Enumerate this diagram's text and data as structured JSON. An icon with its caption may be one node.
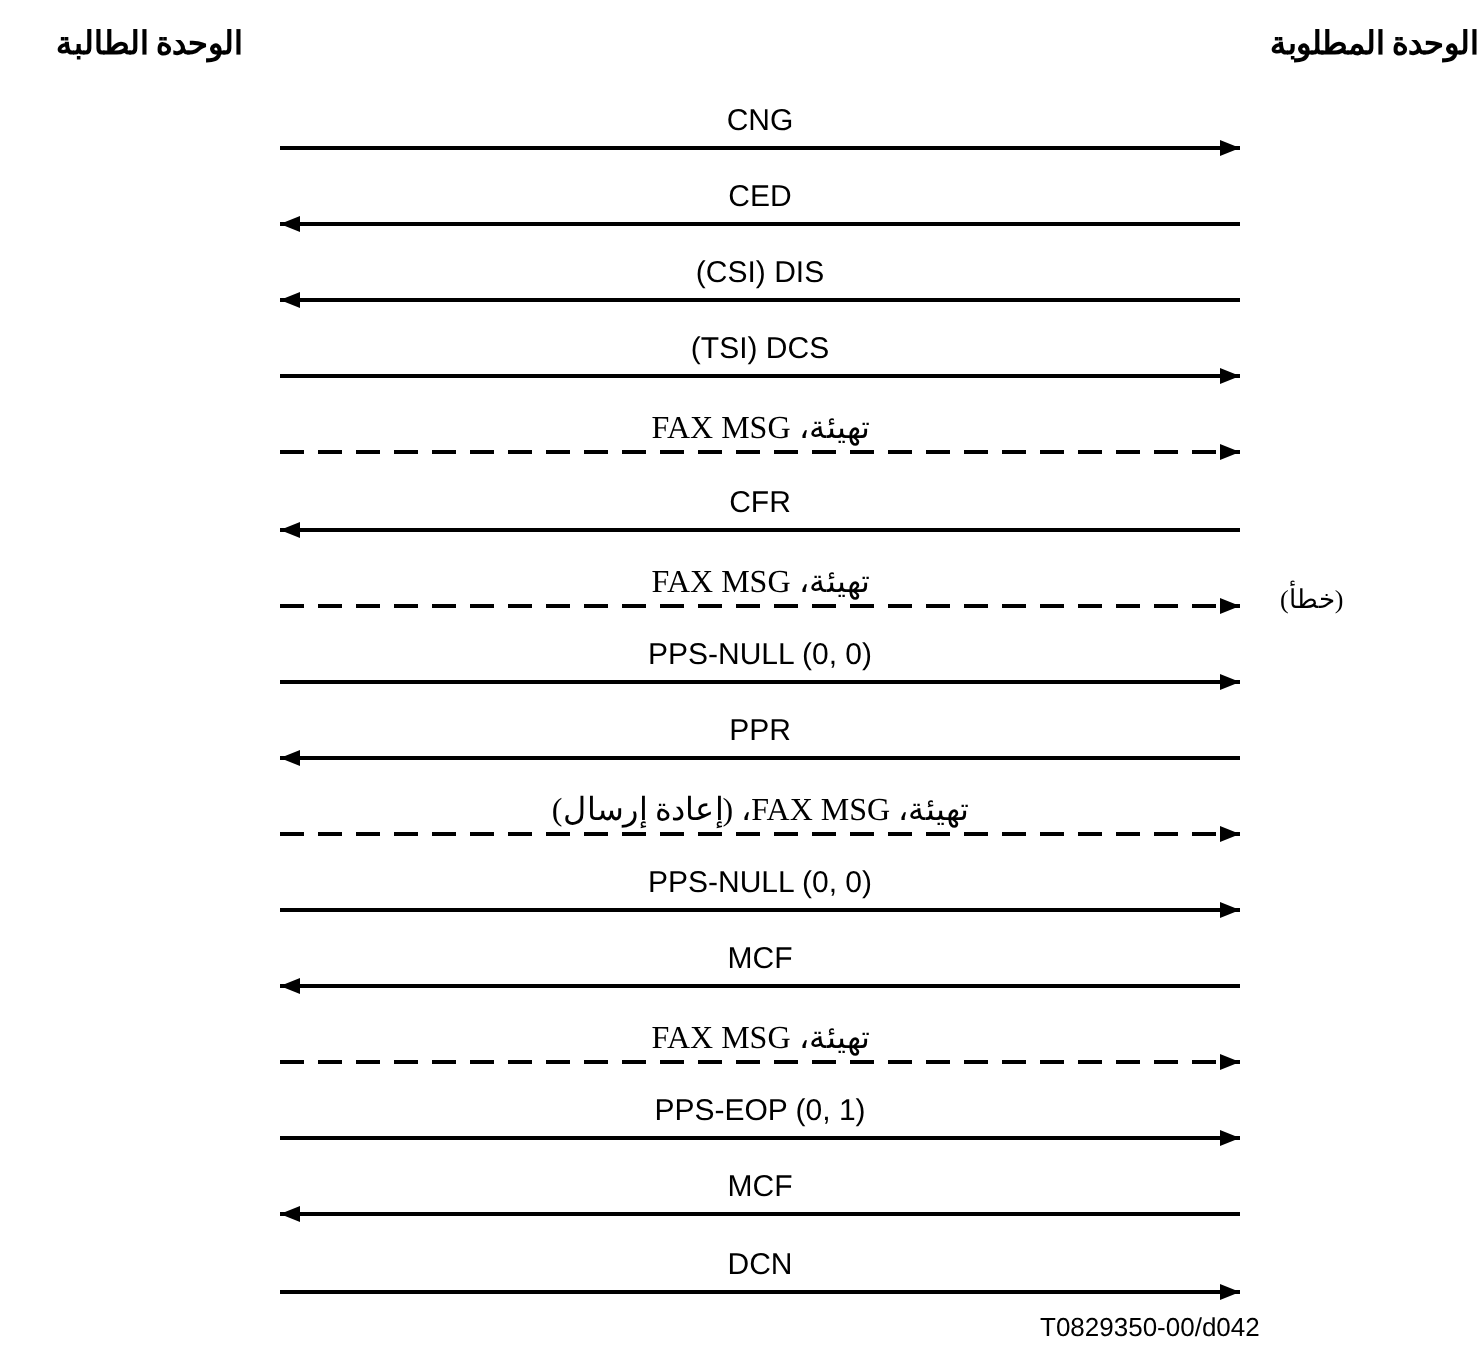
{
  "diagram": {
    "nodes": [
      {
        "text": [
          "الوحدة الطالبة"
        ]
      },
      {
        "text": [
          "الوحدة المطلوبة"
        ]
      }
    ],
    "edges": [
      {
        "from": 0,
        "to": 1,
        "arrow": "to",
        "label": "CNG"
      },
      {
        "from": 1,
        "to": 0,
        "arrow": "to",
        "label": "CED"
      },
      {
        "from": 1,
        "to": 0,
        "arrow": "to",
        "label": "(CSI) DIS"
      },
      {
        "from": 0,
        "to": 1,
        "arrow": "to",
        "label": "(TSI) DCS"
      },
      {
        "from": 0,
        "to": 1,
        "arrow": "to",
        "label": "تهيئة، FAX MSG",
        "style": "dashed"
      },
      {
        "from": 1,
        "to": 0,
        "arrow": "to",
        "label": "CFR"
      },
      {
        "from": 0,
        "to": 1,
        "arrow": "to",
        "label": "تهيئة، FAX MSG",
        "style": "dashed"
      },
      {
        "from": 0,
        "to": 1,
        "arrow": "to",
        "label": "PPS-NULL (0, 0)"
      },
      {
        "from": 1,
        "to": 0,
        "arrow": "to",
        "label": "PPR"
      },
      {
        "from": 0,
        "to": 1,
        "arrow": "to",
        "label": "تهيئة، FAX MSG، (إعادة إرسال)",
        "style": "dashed"
      },
      {
        "from": 0,
        "to": 1,
        "arrow": "to",
        "label": "PPS-NULL (0, 0)"
      },
      {
        "from": 1,
        "to": 0,
        "arrow": "to",
        "label": "MCF"
      },
      {
        "from": 0,
        "to": 1,
        "arrow": "to",
        "label": "تهيئة، FAX MSG",
        "style": "dashed"
      },
      {
        "from": 0,
        "to": 1,
        "arrow": "to",
        "label": "PPS-EOP (0, 1)"
      },
      {
        "from": 1,
        "to": 0,
        "arrow": "to",
        "label": "MCF"
      },
      {
        "from": 0,
        "to": 1,
        "arrow": "to",
        "label": "DCN"
      }
    ],
    "labels": [
      "(خطأ)",
      "T0829350-00/d042"
    ]
  }
}
